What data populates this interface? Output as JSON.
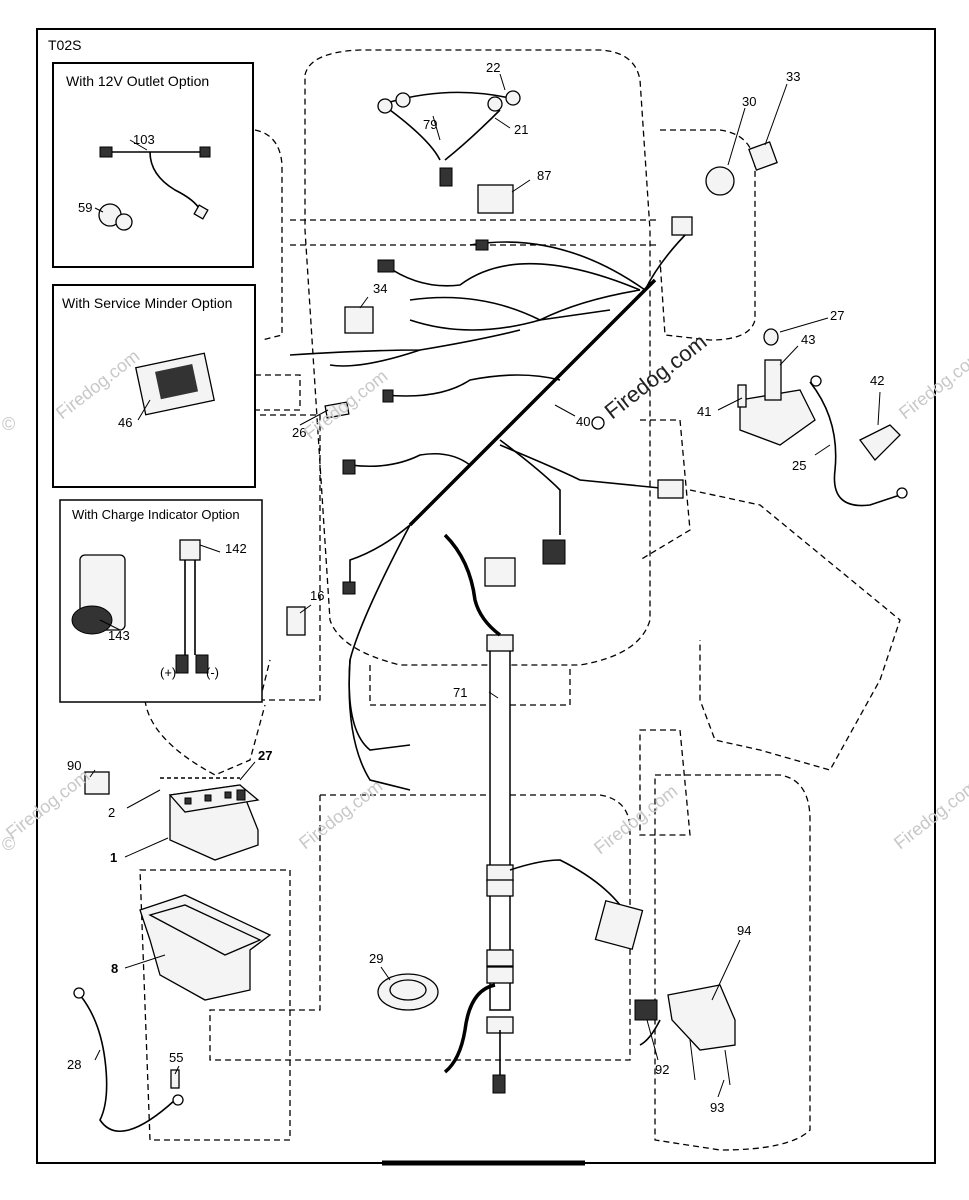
{
  "diagram_code": "T02S",
  "option_boxes": {
    "outlet": {
      "title": "With 12V Outlet Option",
      "parts": [
        "103",
        "59"
      ]
    },
    "service_minder": {
      "title": "With Service Minder Option",
      "parts": [
        "46"
      ]
    },
    "charge_indicator": {
      "title": "With Charge Indicator Option",
      "parts": [
        "142",
        "143"
      ],
      "plus": "(+)",
      "minus": "(-)"
    }
  },
  "part_labels": {
    "p22": "22",
    "p79": "79",
    "p21": "21",
    "p87": "87",
    "p30": "30",
    "p33": "33",
    "p34": "34",
    "p26": "26",
    "p40": "40",
    "p27a": "27",
    "p43": "43",
    "p41": "41",
    "p42": "42",
    "p25": "25",
    "p16": "16",
    "p71": "71",
    "p90": "90",
    "p2": "2",
    "p27b": "27",
    "p1": "1",
    "p8": "8",
    "p28": "28",
    "p55": "55",
    "p29": "29",
    "p94": "94",
    "p92": "92",
    "p93": "93"
  },
  "watermark": "Firedog.com",
  "copyright_symbol": "©"
}
